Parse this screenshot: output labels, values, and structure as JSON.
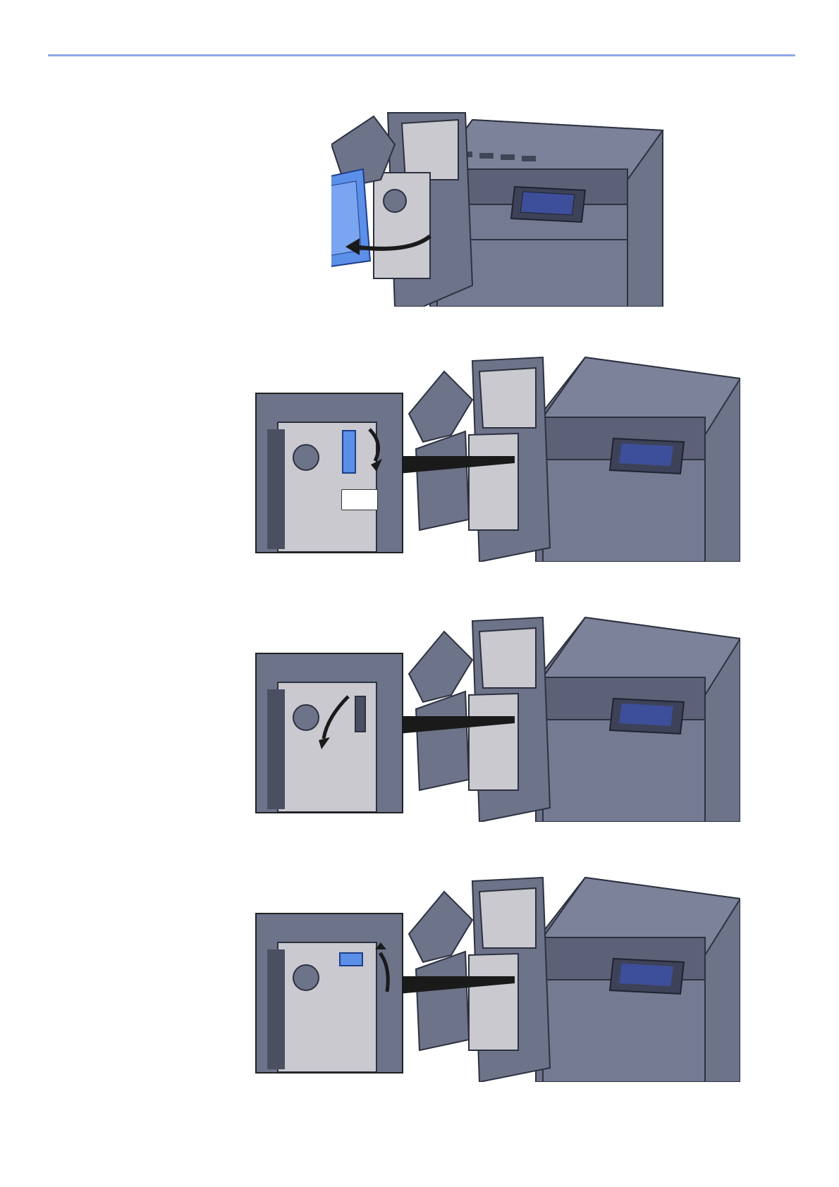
{
  "document": {
    "header_rule_color": "#8fa9e8",
    "steps": [
      {
        "id": 1,
        "illustration": "open-finisher-front-cover",
        "highlight_color": "#5b8fe8"
      },
      {
        "id": 2,
        "illustration": "lower-conveyor-guide-lever",
        "inset": true,
        "inset_tag": ""
      },
      {
        "id": 3,
        "illustration": "remove-jammed-paper",
        "inset": true
      },
      {
        "id": 4,
        "illustration": "return-guide-to-position",
        "inset": true
      }
    ],
    "colors": {
      "machine_body": "#6d7389",
      "machine_dark": "#4a4f62",
      "machine_light": "#8a90a8",
      "interior": "#c9c9cf",
      "panel_screen": "#3d4f9a",
      "highlight": "#5b8fe8"
    }
  }
}
